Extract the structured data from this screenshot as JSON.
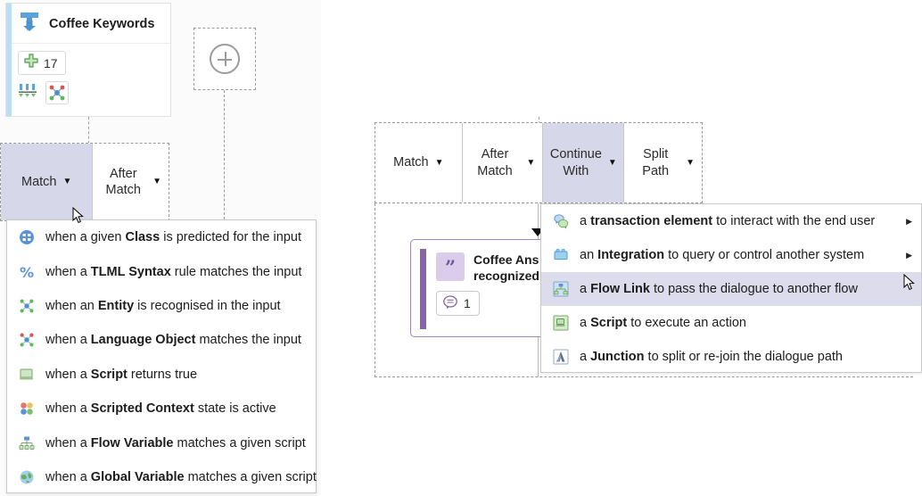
{
  "node_card": {
    "title": "Coffee Keywords",
    "icon": "funnel-down-arrow-icon",
    "count_label": "17",
    "add_icon": "green-plus-icon",
    "sort_icon": "sort-descending-icon",
    "language_object_icon": "language-object-icon"
  },
  "add_node": {
    "icon": "plus-circle-icon"
  },
  "left_tabs": [
    {
      "label": "Match",
      "active": true,
      "caret": "▼"
    },
    {
      "label": "After Match",
      "active": false,
      "caret": "▼"
    }
  ],
  "right_tabs": [
    {
      "label": "Match",
      "active": false,
      "caret": "▼"
    },
    {
      "label": "After Match",
      "active": false,
      "caret": "▼"
    },
    {
      "label": "Continue With",
      "active": true,
      "caret": "▼"
    },
    {
      "label": "Split Path",
      "active": false,
      "caret": "▼"
    }
  ],
  "left_menu": {
    "items": [
      {
        "icon": "class-icon",
        "pre": "when a given ",
        "bold": "Class",
        "post": " is predicted for the input",
        "selected": false
      },
      {
        "icon": "percent-tlml-icon",
        "pre": "when a ",
        "bold": "TLML Syntax",
        "post": " rule matches the input",
        "selected": false
      },
      {
        "icon": "entity-icon",
        "pre": "when an ",
        "bold": "Entity",
        "post": " is recognised in the input",
        "selected": false
      },
      {
        "icon": "language-object-icon",
        "pre": "when a ",
        "bold": "Language Object",
        "post": " matches the input",
        "selected": false
      },
      {
        "icon": "script-icon",
        "pre": "when a ",
        "bold": "Script",
        "post": " returns true",
        "selected": false
      },
      {
        "icon": "scripted-context-icon",
        "pre": "when a ",
        "bold": "Scripted Context",
        "post": " state is active",
        "selected": false
      },
      {
        "icon": "flow-variable-icon",
        "pre": "when a ",
        "bold": "Flow Variable",
        "post": " matches a given script",
        "selected": false
      },
      {
        "icon": "global-variable-icon",
        "pre": "when a ",
        "bold": "Global Variable",
        "post": " matches a given script",
        "selected": false
      }
    ]
  },
  "right_menu": {
    "items": [
      {
        "icon": "transaction-element-icon",
        "pre": "a ",
        "bold": "transaction element",
        "post": " to interact with the end user",
        "submenu": true,
        "selected": false
      },
      {
        "icon": "integration-icon",
        "pre": "an ",
        "bold": "Integration",
        "post": " to query or control another system",
        "submenu": true,
        "selected": false
      },
      {
        "icon": "flow-link-icon",
        "pre": "a ",
        "bold": "Flow Link",
        "post": " to pass the dialogue to another flow",
        "submenu": false,
        "selected": true
      },
      {
        "icon": "script-icon",
        "pre": "a ",
        "bold": "Script",
        "post": " to execute an action",
        "submenu": false,
        "selected": false
      },
      {
        "icon": "junction-icon",
        "pre": "a ",
        "bold": "Junction",
        "post": " to split or re-join the dialogue path",
        "submenu": false,
        "selected": false
      }
    ],
    "submenu_caret": "▶"
  },
  "message_card": {
    "title_line1": "Coffee Ans",
    "title_line2": "recognized",
    "quote_icon": "quote-icon",
    "message_icon": "speech-bubble-icon",
    "message_count": "1"
  },
  "colors": {
    "tab_active": "#d7d7ea",
    "menu_selected": "#dcdcec",
    "node_accent": "#b8dff5",
    "card_accent": "#8763a8",
    "card_border": "#9f86b8"
  }
}
